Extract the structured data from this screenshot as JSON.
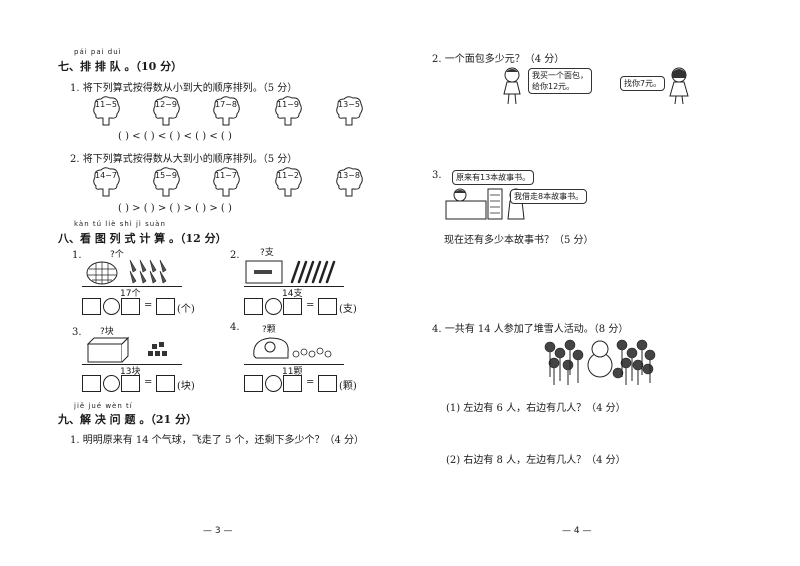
{
  "left": {
    "s7": {
      "pinyin": "pái pai duì",
      "title": "七、排 排 队 。（10 分）",
      "q1": "1. 将下列算式按得数从小到大的顺序排列。（5 分）",
      "q1_items": [
        "11−5",
        "12−9",
        "17−8",
        "11−9",
        "13−5"
      ],
      "q1_blanks": "(         ) < (         ) < (         ) < (         ) < (         )",
      "q2": "2. 将下列算式按得数从大到小的顺序排列。（5 分）",
      "q2_items": [
        "14−7",
        "15−9",
        "11−7",
        "11−2",
        "13−8"
      ],
      "q2_blanks": "(         ) > (         ) > (         ) > (         ) > (         )"
    },
    "s8": {
      "pinyin": "kàn tú liè shì jì suàn",
      "title": "八、看 图 列 式 计 算 。（12 分）",
      "p1": {
        "num": "1.",
        "q": "?个",
        "total": "17个",
        "unit": "(个)"
      },
      "p2": {
        "num": "2.",
        "q": "?支",
        "total": "14支",
        "unit": "(支)"
      },
      "p3": {
        "num": "3.",
        "q": "?块",
        "total": "13块",
        "unit": "(块)"
      },
      "p4": {
        "num": "4.",
        "q": "?颗",
        "total": "11颗",
        "unit": "(颗)"
      },
      "eq": "="
    },
    "s9": {
      "pinyin": "jiě jué wèn tí",
      "title": "九、解 决 问 题 。（21 分）",
      "q1": "1. 明明原来有 14 个气球，飞走了 5 个，还剩下多少个？（4 分）"
    },
    "page": "—  3  —"
  },
  "right": {
    "q2": "2. 一个面包多少元？（4 分）",
    "q2_bubble1a": "我买一个面包，",
    "q2_bubble1b": "给你12元。",
    "q2_bubble2": "找你7元。",
    "q3_num": "3.",
    "q3_bubble1": "原来有13本故事书。",
    "q3_bubble2": "我借走8本故事书。",
    "q3_text": "现在还有多少本故事书？（5 分）",
    "q4": "4. 一共有 14 人参加了堆雪人活动。（8 分）",
    "q4_a": "(1) 左边有 6 人，右边有几人？（4 分）",
    "q4_b": "(2) 右边有 8 人，左边有几人？（4 分）",
    "page": "—  4  —"
  }
}
